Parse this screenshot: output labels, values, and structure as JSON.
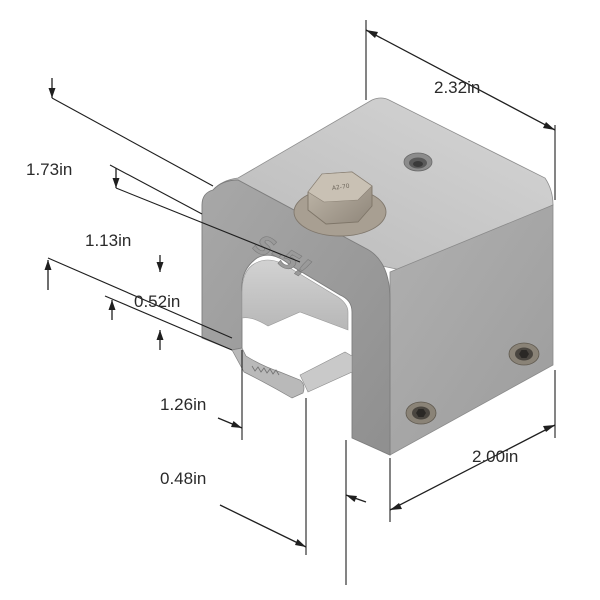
{
  "diagram": {
    "dimensions": [
      {
        "id": "width_top",
        "label": "2.32in"
      },
      {
        "id": "height_total",
        "label": "1.73in"
      },
      {
        "id": "inner_height",
        "label": "1.13in"
      },
      {
        "id": "lip_height",
        "label": "0.52in"
      },
      {
        "id": "opening_width",
        "label": "1.26in"
      },
      {
        "id": "wall_thickness",
        "label": "0.48in"
      },
      {
        "id": "depth",
        "label": "2.00in"
      }
    ],
    "part": {
      "embossed_text": "S-5!",
      "bolt_head_text": "A2-70"
    },
    "colors": {
      "metal_light": "#c4c4c4",
      "metal_mid": "#a9a9a9",
      "metal_dark": "#8a8a8a",
      "bolt": "#b1a89a",
      "line": "#1f1f1f"
    }
  }
}
